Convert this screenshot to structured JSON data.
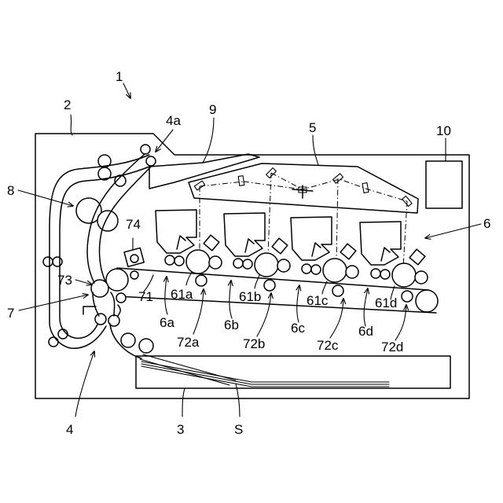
{
  "labels": {
    "l1": "1",
    "l2": "2",
    "l4a": "4a",
    "l9": "9",
    "l5": "5",
    "l10": "10",
    "l8": "8",
    "l74": "74",
    "l6": "6",
    "l73": "73",
    "l7": "7",
    "l71": "71",
    "l61a": "61a",
    "l61b": "61b",
    "l61c": "61c",
    "l61d": "61d",
    "l6a": "6a",
    "l6b": "6b",
    "l6c": "6c",
    "l6d": "6d",
    "l72a": "72a",
    "l72b": "72b",
    "l72c": "72c",
    "l72d": "72d",
    "l4": "4",
    "l3": "3",
    "lS": "S"
  }
}
